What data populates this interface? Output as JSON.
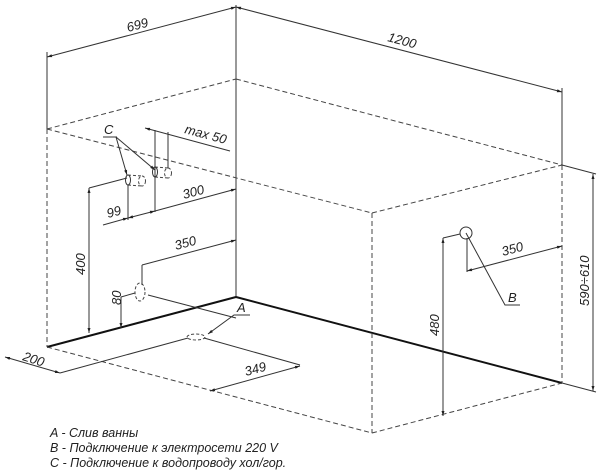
{
  "dimensions": {
    "width": "699",
    "length": "1200",
    "max_offset": "max  50",
    "pipe_spacing": "99",
    "pipe_from_corner": "300",
    "pipe_height": "400",
    "drain_from_corner": "350",
    "drain_height": "80",
    "floor_offset": "200",
    "drain_floor": "349",
    "power_height": "480",
    "power_from_end": "350",
    "bath_height": "590÷610"
  },
  "labels": {
    "a": "A",
    "b": "B",
    "c": "C"
  },
  "legend": [
    "A - Слив ванны",
    "B - Подключение к электросети 220 V",
    "C - Подключение к водопроводу хол/гор."
  ]
}
